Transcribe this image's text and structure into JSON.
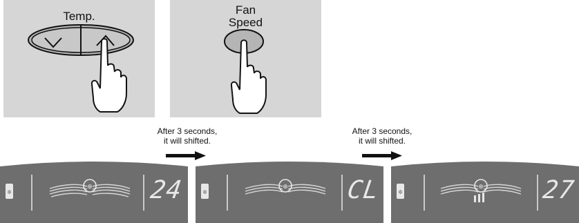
{
  "temp_panel": {
    "label": "Temp."
  },
  "fan_panel": {
    "label_line1": "Fan",
    "label_line2": "Speed"
  },
  "captions": [
    {
      "line1": "After 3 seconds,",
      "line2": "it will shifted."
    },
    {
      "line1": "After 3 seconds,",
      "line2": "it will shifted."
    }
  ],
  "displays": [
    {
      "value": "24"
    },
    {
      "value": "CL"
    },
    {
      "value": "27"
    }
  ],
  "colors": {
    "panel_bg": "#d6d6d6",
    "display_bg": "#6e6e6e",
    "display_fg": "#e8e8e8"
  }
}
